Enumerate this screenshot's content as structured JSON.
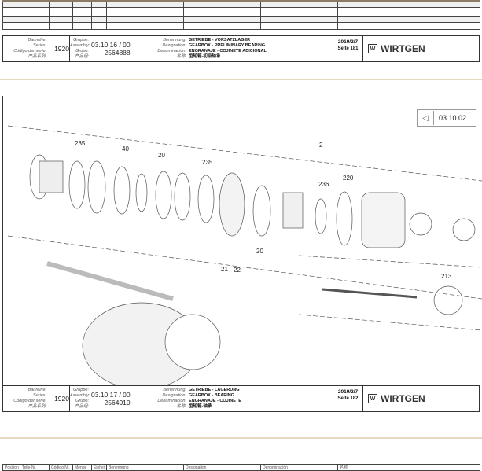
{
  "parts_table_header": [
    "Position",
    "Teile-Nr.",
    "Código Nr.",
    "Menge",
    "Einheit",
    "Benennung",
    "Designation",
    "Denominación",
    "名称"
  ],
  "labels": {
    "series": [
      "Baureihe:",
      "Series:",
      "Código der serie:",
      "产品系列:"
    ],
    "group": [
      "Gruppe:",
      "Assembly:",
      "Grupo:",
      "产品组:"
    ],
    "name": [
      "Benennung:",
      "Designation:",
      "Denominación:",
      "名称:"
    ]
  },
  "page181": {
    "series": "1920",
    "assembly": "03.10.16 / 00",
    "group": "2564888",
    "names": [
      "GETRIEBE - VORSATZLAGER",
      "GEARBOX - PRELIMINARY BEARING",
      "ENGRANAJE - COJINETE ADICIONAL",
      "齿轮箱-初级轴承"
    ],
    "date": "2019/2/7",
    "page": "Seite 181"
  },
  "page182": {
    "series": "1920",
    "assembly": "03.10.17 / 00",
    "group": "2564910",
    "names": [
      "GETRIEBE - LAGERUNG",
      "GEARBOX - BEARING",
      "ENGRANAJE - COJINETE",
      "齿轮箱-轴承"
    ],
    "date": "2019/2/7",
    "page": "Seite 182"
  },
  "brand": "WIRTGEN",
  "ref_link": "03.10.02",
  "callouts": [
    "235",
    "40",
    "20",
    "235",
    "2",
    "236",
    "220",
    "20",
    "21",
    "22",
    "213"
  ]
}
